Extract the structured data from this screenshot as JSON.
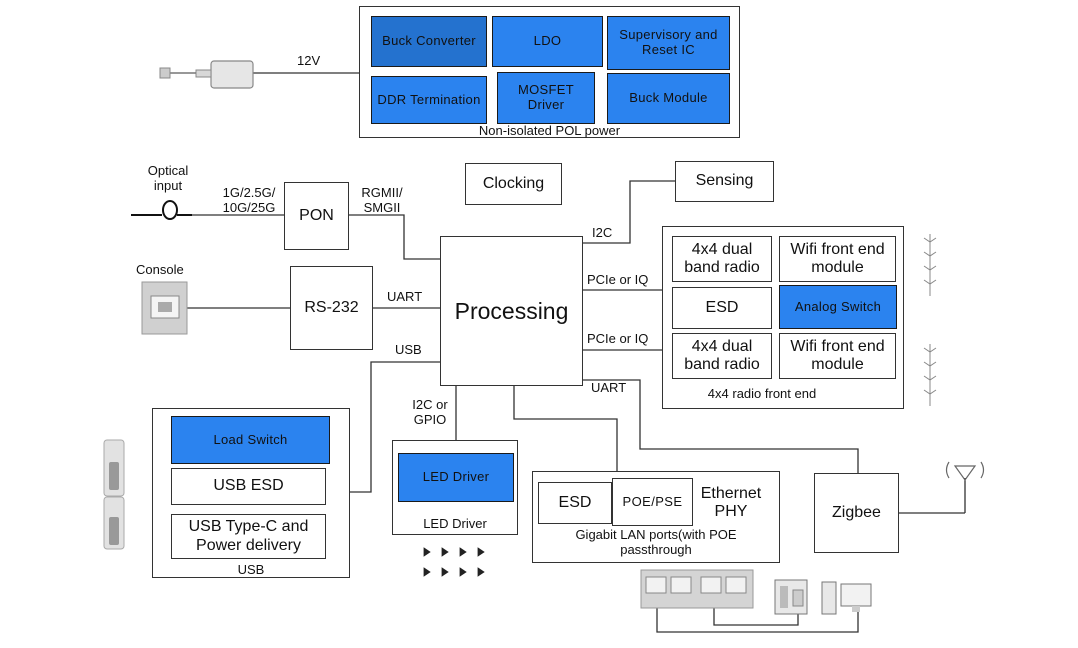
{
  "power": {
    "input_label": "12V",
    "caption": "Non-isolated POL power",
    "blocks": [
      "Buck Converter",
      "LDO",
      "Supervisory and Reset IC",
      "DDR Termination",
      "MOSFET Driver",
      "Buck Module"
    ]
  },
  "optical": {
    "label": "Optical input",
    "rate": "1G/2.5G/ 10G/25G"
  },
  "pon": {
    "label": "PON",
    "bus": "RGMII/ SMGII"
  },
  "clocking": "Clocking",
  "sensing": "Sensing",
  "console": {
    "label": "Console"
  },
  "rs232": {
    "label": "RS-232",
    "bus": "UART"
  },
  "processing": "Processing",
  "links": {
    "i2c": "I2C",
    "pcie1": "PCIe or IQ",
    "pcie2": "PCIe or IQ",
    "uart": "UART",
    "usb": "USB",
    "i2c_gpio": "I2C or GPIO"
  },
  "radio": {
    "caption": "4x4 radio front end",
    "radio1": "4x4 dual band radio",
    "wifi1": "Wifi front end module",
    "esd": "ESD",
    "analog_switch": "Analog Switch",
    "radio2": "4x4 dual band radio",
    "wifi2": "Wifi front end module"
  },
  "usb": {
    "caption": "USB",
    "load_switch": "Load Switch",
    "esd": "USB ESD",
    "typec": "USB Type-C and Power delivery"
  },
  "led": {
    "caption": "LED Driver",
    "driver": "LED Driver"
  },
  "lan": {
    "caption": "Gigabit LAN ports(with POE passthrough",
    "esd": "ESD",
    "poe": "POE/PSE",
    "phy": "Ethernet PHY"
  },
  "zigbee": "Zigbee",
  "colors": {
    "accent": "#2b83ef",
    "accent_dark": "#2472cf",
    "line": "#333333"
  },
  "icons": [
    "power-adapter-icon",
    "optical-fiber-icon",
    "ethernet-port-icon",
    "antenna-icon",
    "usb-connector-icon",
    "led-icon",
    "lan-port-icon",
    "phone-icon",
    "computer-icon"
  ]
}
